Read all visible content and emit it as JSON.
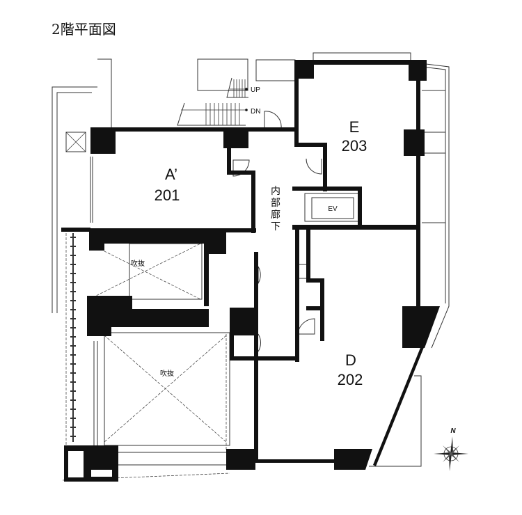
{
  "title": "2階平面図",
  "rooms": [
    {
      "name": "A’",
      "number": "201"
    },
    {
      "name": "E",
      "number": "203"
    },
    {
      "name": "D",
      "number": "202"
    }
  ],
  "corridor": [
    "内",
    "部",
    "廊",
    "下"
  ],
  "elevator": "EV",
  "voids": [
    "吹抜",
    "吹抜"
  ],
  "stairs": {
    "up": "UP",
    "down": "DN"
  },
  "compass": {
    "north": "N"
  },
  "colors": {
    "wall": "#111111",
    "line": "#333333",
    "background": "#ffffff"
  }
}
